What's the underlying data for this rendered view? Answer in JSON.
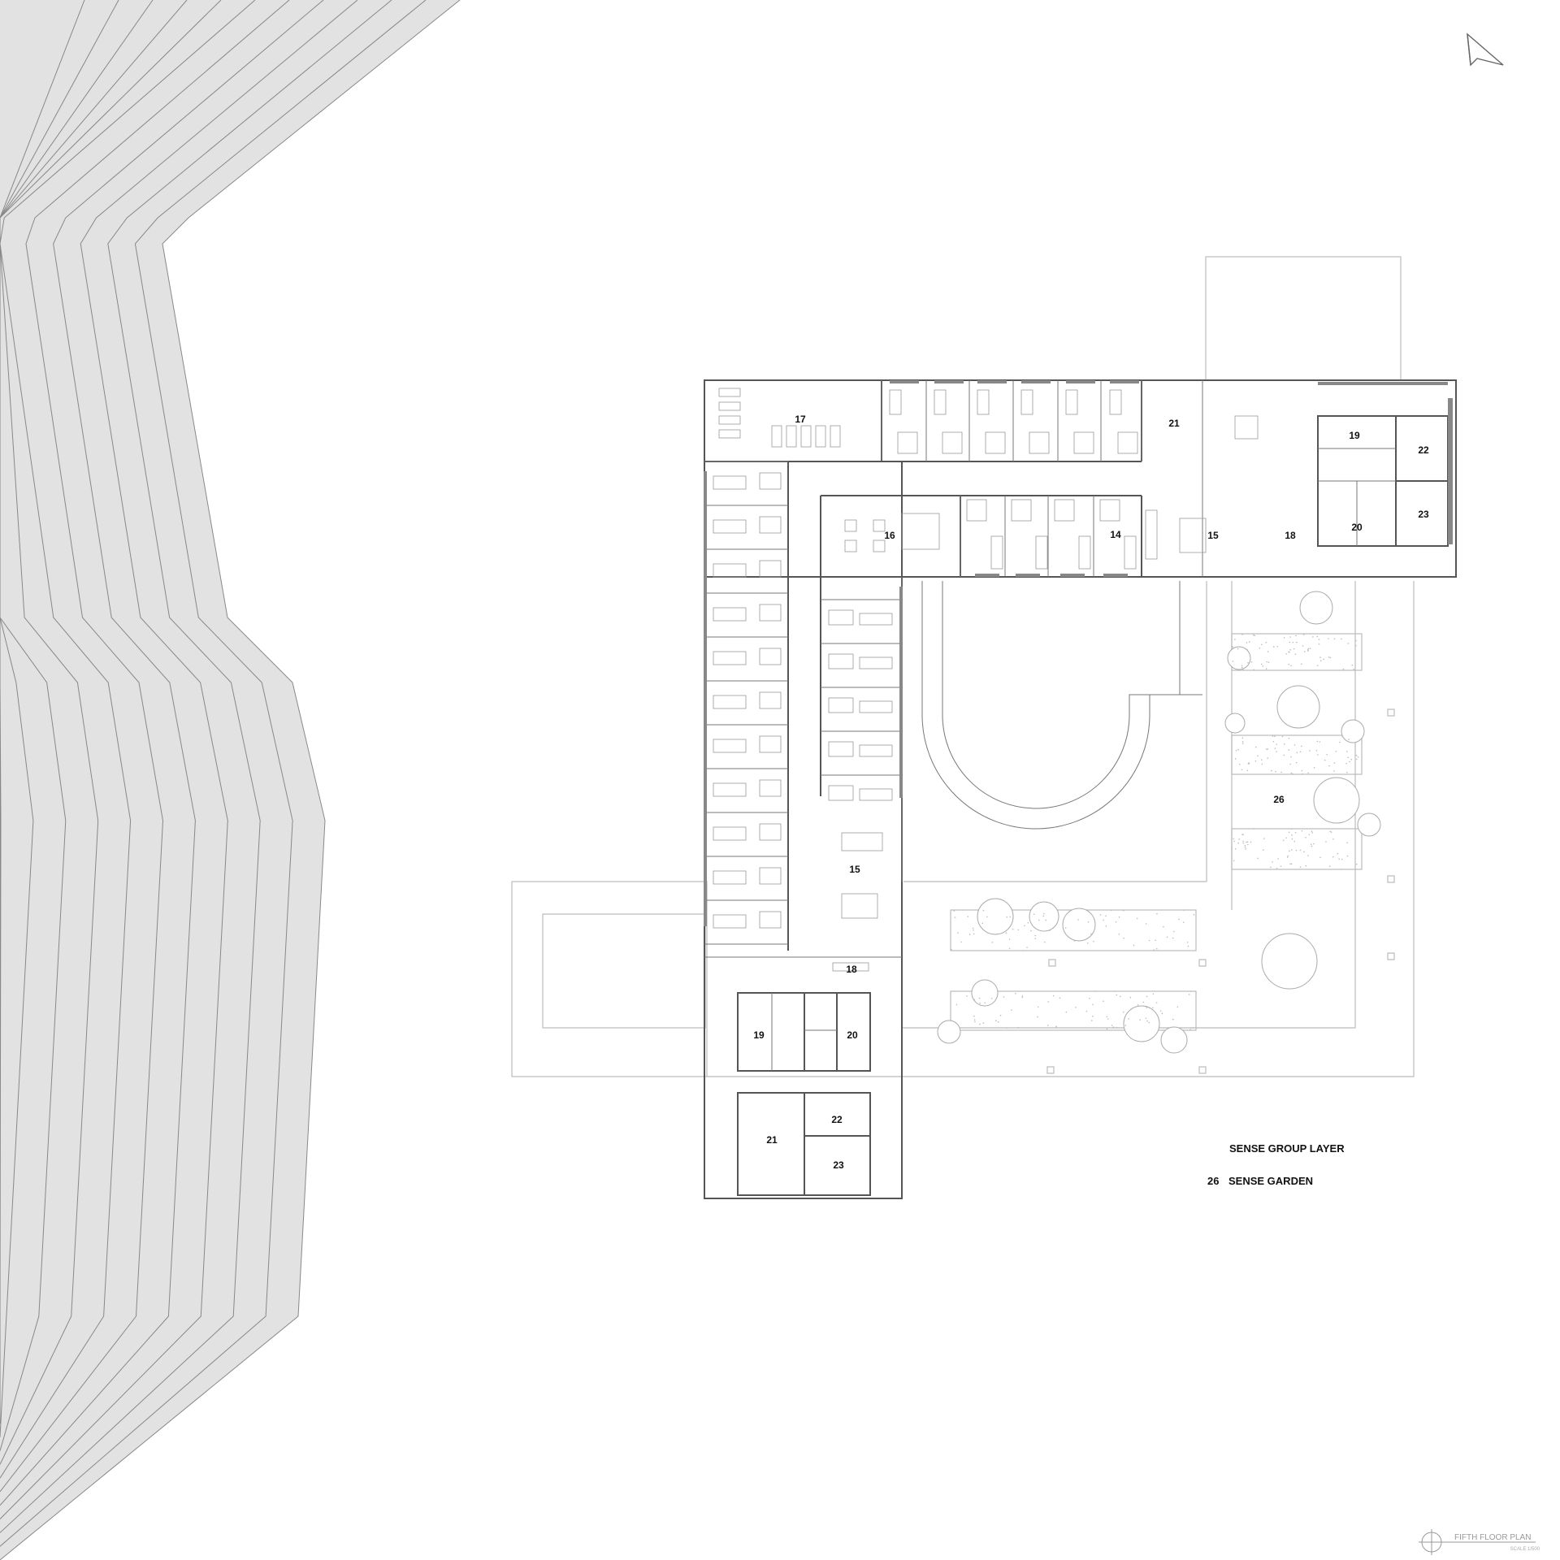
{
  "title_block": {
    "title": "FIFTH FLOOR PLAN",
    "scale": "SCALE 1/500"
  },
  "legend": {
    "heading": "SENSE GROUP LAYER",
    "entries": [
      {
        "number": "26",
        "label": "SENSE GARDEN"
      }
    ]
  },
  "room_labels": {
    "top_gym": "17",
    "top_storage": "21",
    "top_wc": "19",
    "top_office": "22",
    "top_staff": "23",
    "top_stair": "20",
    "top_dayroom": "15",
    "top_lounge": "18",
    "top_bedrooms": "14",
    "top_cafe": "16",
    "left_dayroom": "15",
    "left_lounge": "18",
    "left_wc": "19",
    "left_stair": "20",
    "left_storage": "21",
    "left_office": "22",
    "left_staff": "23",
    "garden": "26"
  },
  "colors": {
    "wall": "#555555",
    "terrain": "#e2e2e2",
    "background": "#ffffff"
  }
}
